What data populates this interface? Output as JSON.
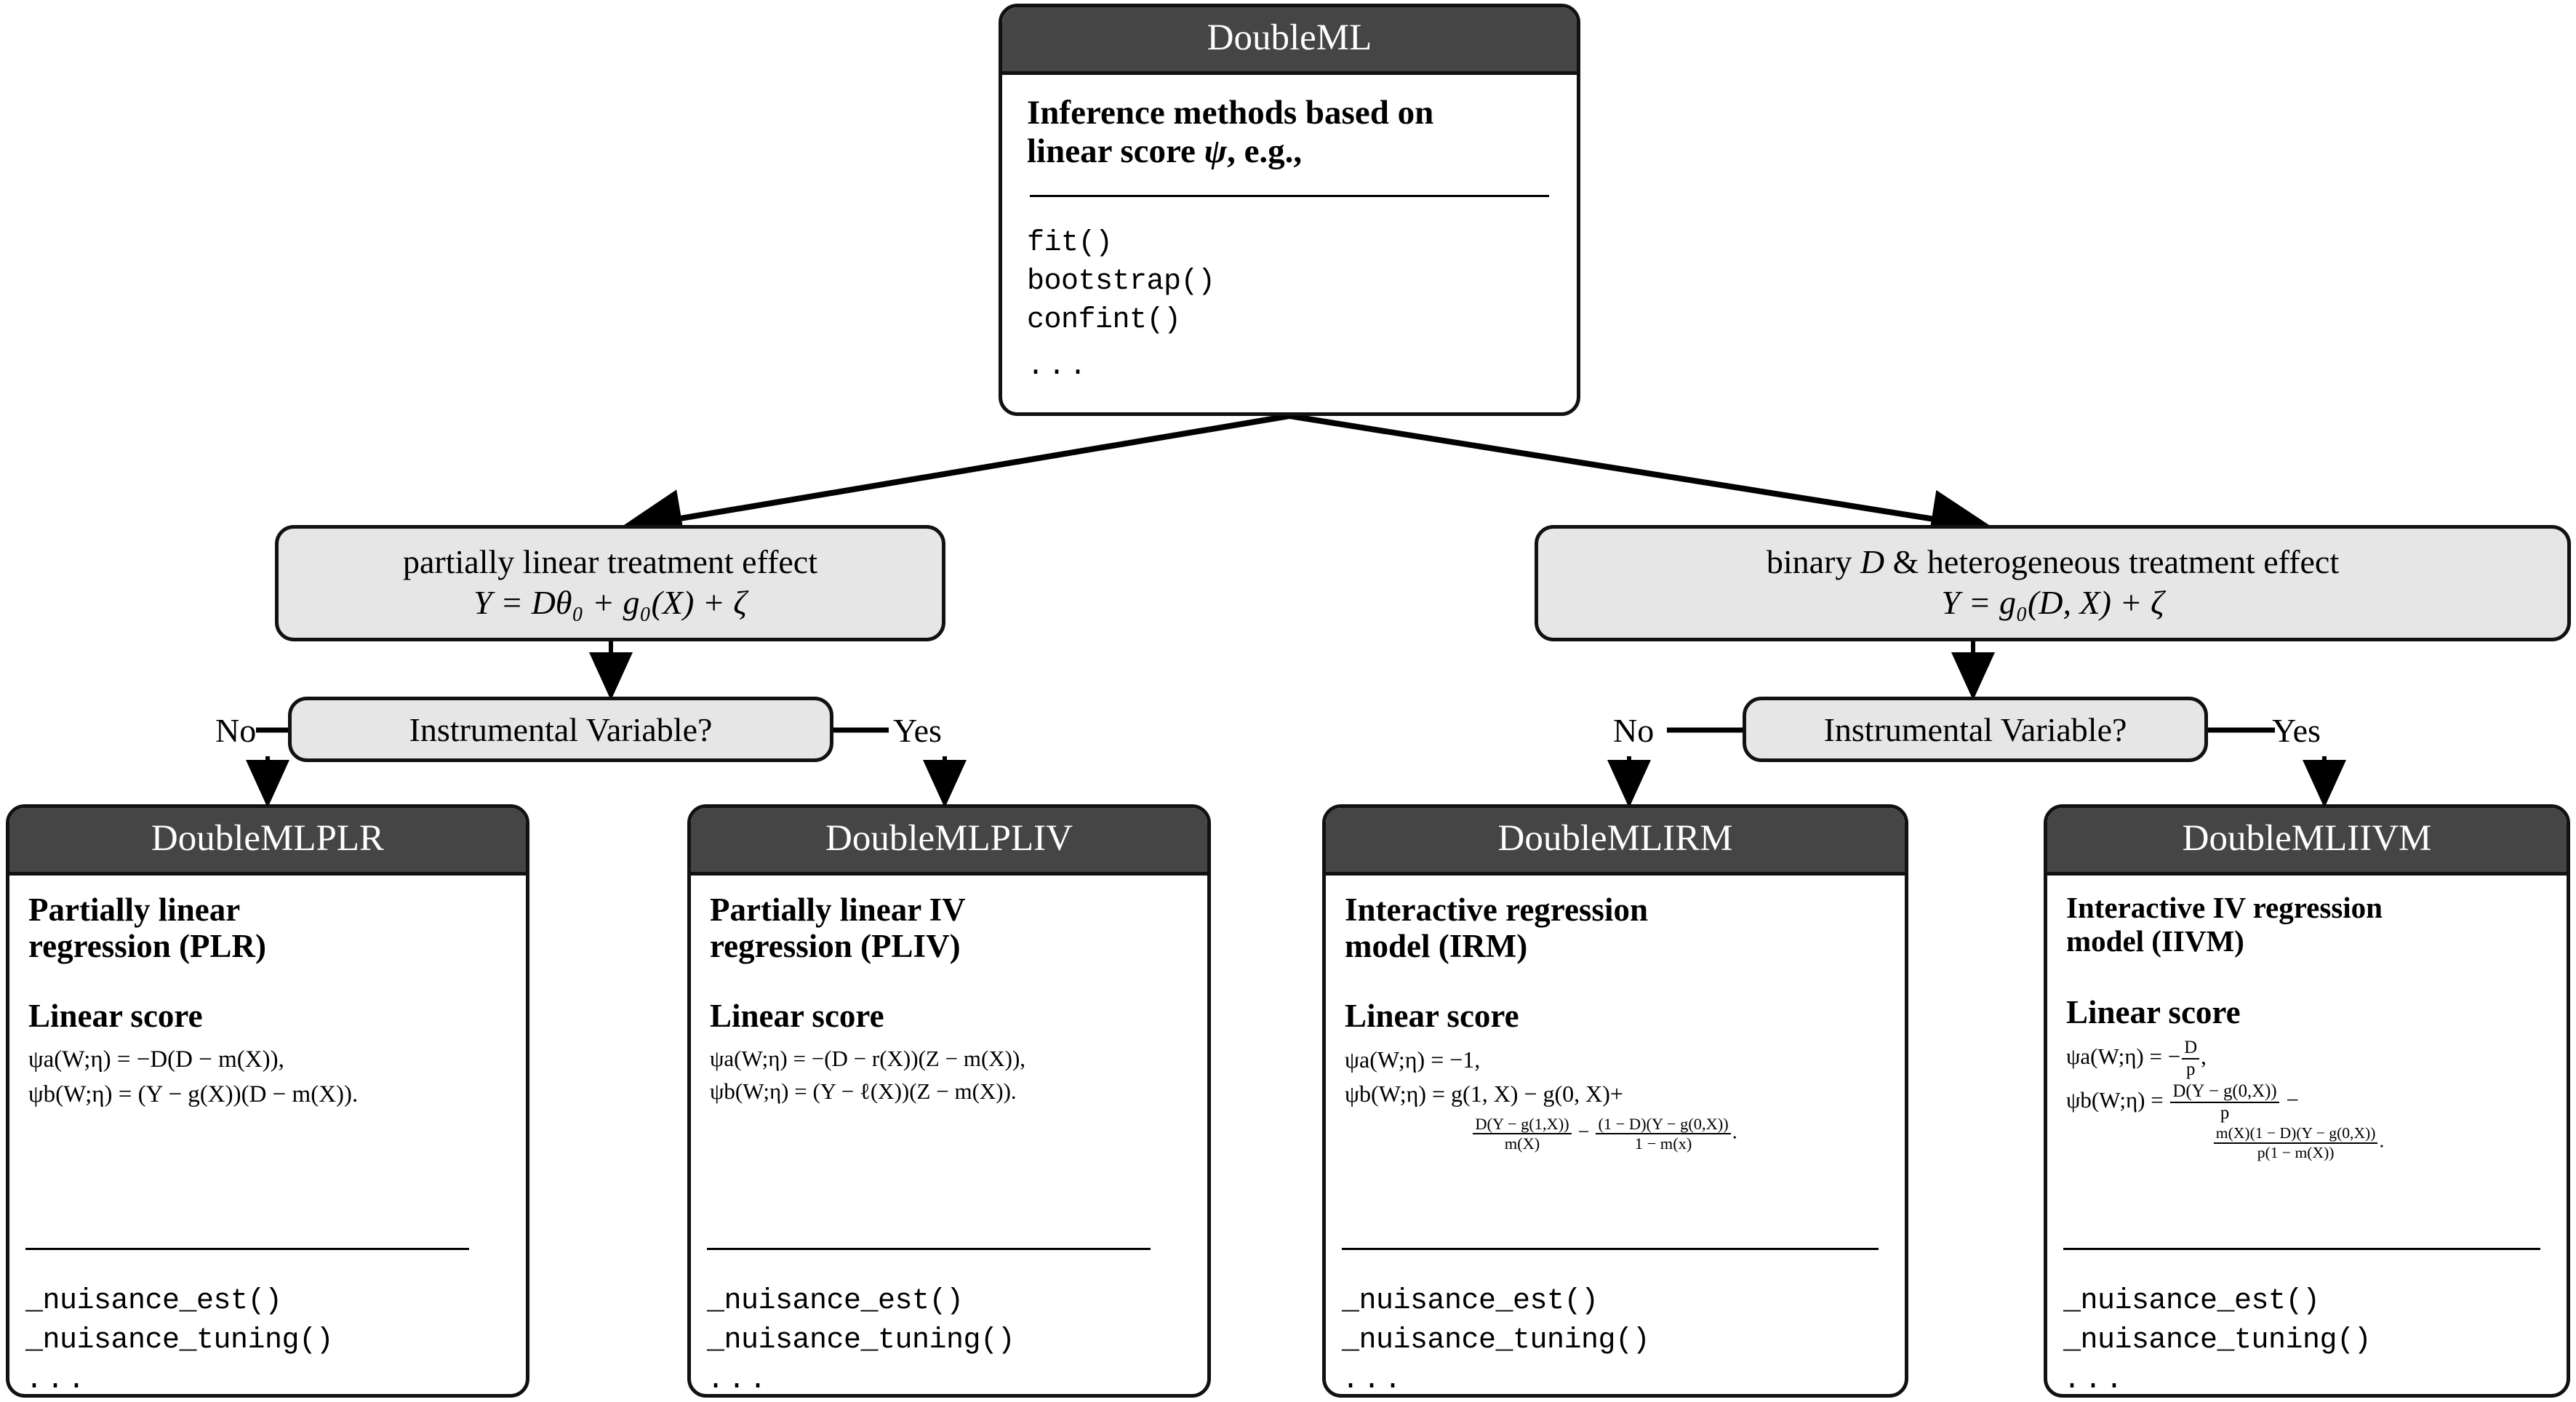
{
  "root": {
    "title": "DoubleML",
    "description_line1": "Inference methods based on",
    "description_line2_pre": "linear score ",
    "description_psi": "ψ",
    "description_line2_post": ", e.g.,",
    "methods": [
      "fit()",
      "bootstrap()",
      "confint()",
      "..."
    ]
  },
  "branches": [
    {
      "id": "partially-linear",
      "label": "partially linear treatment effect",
      "equation": "Y = Dθ₀ + g₀(X) + ζ",
      "decision": "Instrumental Variable?",
      "no_label": "No",
      "yes_label": "Yes"
    },
    {
      "id": "binary-heterogeneous",
      "label_pre": "binary ",
      "label_var": "D",
      "label_post": " & heterogeneous treatment effect",
      "equation": "Y = g₀(D, X) + ζ",
      "decision": "Instrumental Variable?",
      "no_label": "No",
      "yes_label": "Yes"
    }
  ],
  "models": [
    {
      "id": "plr",
      "title": "DoubleMLPLR",
      "desc_line1": "Partially linear",
      "desc_line2": "regression (PLR)",
      "score_heading": "Linear score",
      "score_a": "ψa(W;η) = −D(D − m(X)),",
      "score_b": "ψb(W;η) = (Y − g(X))(D − m(X)).",
      "methods": [
        "_nuisance_est()",
        "_nuisance_tuning()",
        "..."
      ]
    },
    {
      "id": "pliv",
      "title": "DoubleMLPLIV",
      "desc_line1": "Partially linear IV",
      "desc_line2": "regression (PLIV)",
      "score_heading": "Linear score",
      "score_a": "ψa(W;η) = −(D − r(X))(Z − m(X)),",
      "score_b": "ψb(W;η) = (Y − ℓ(X))(Z − m(X)).",
      "methods": [
        "_nuisance_est()",
        "_nuisance_tuning()",
        "..."
      ]
    },
    {
      "id": "irm",
      "title": "DoubleMLIRM",
      "desc_line1": "Interactive regression",
      "desc_line2": "model (IRM)",
      "score_heading": "Linear score",
      "score_a": "ψa(W;η) = −1,",
      "score_b": "ψb(W;η) = g(1, X) − g(0, X)+",
      "score_b_frac1_num": "D(Y − g(1,X))",
      "score_b_frac1_den": "m(X)",
      "score_b_minus": "−",
      "score_b_frac2_num": "(1 − D)(Y − g(0,X))",
      "score_b_frac2_den": "1 − m(x)",
      "score_b_period": ".",
      "methods": [
        "_nuisance_est()",
        "_nuisance_tuning()",
        "..."
      ]
    },
    {
      "id": "iivm",
      "title": "DoubleMLIIVM",
      "desc_line1": "Interactive IV regression",
      "desc_line2": "model (IIVM)",
      "score_heading": "Linear score",
      "score_a_pre": "ψa(W;η) = −",
      "score_a_frac_num": "D",
      "score_a_frac_den": "p",
      "score_a_post": ",",
      "score_b_pre": "ψb(W;η) = ",
      "score_b_frac1_num": "D(Y − g(0,X))",
      "score_b_frac1_den": "p",
      "score_b_minus": "−",
      "score_b_frac2_num": "m(X)(1 − D)(Y − g(0,X))",
      "score_b_frac2_den": "p(1 − m(X))",
      "score_b_period": ".",
      "methods": [
        "_nuisance_est()",
        "_nuisance_tuning()",
        "..."
      ]
    }
  ],
  "colors": {
    "header_fill": "#454545",
    "header_text": "#ffffff",
    "grey_fill": "#e6e6e6",
    "border": "#111111",
    "body_fill": "#ffffff",
    "text": "#000000"
  }
}
